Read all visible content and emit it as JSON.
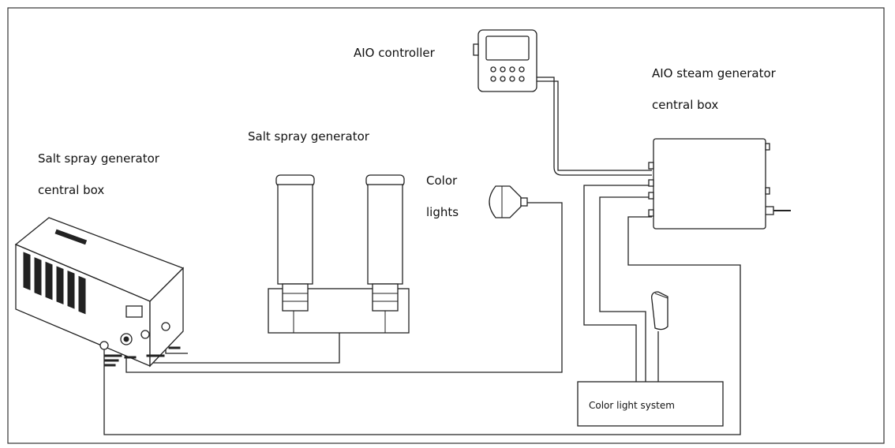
{
  "labels": {
    "aio_controller": "AIO controller",
    "aio_steam_box_line1": "AIO steam generator",
    "aio_steam_box_line2": "central box",
    "salt_spray_generator": "Salt spray generator",
    "salt_box_line1": "Salt spray generator",
    "salt_box_line2": "central box",
    "color_lights_line1": "Color",
    "color_lights_line2": "lights",
    "color_light_system": "Color light system"
  },
  "colors": {
    "line": "#222222",
    "background": "#ffffff"
  }
}
